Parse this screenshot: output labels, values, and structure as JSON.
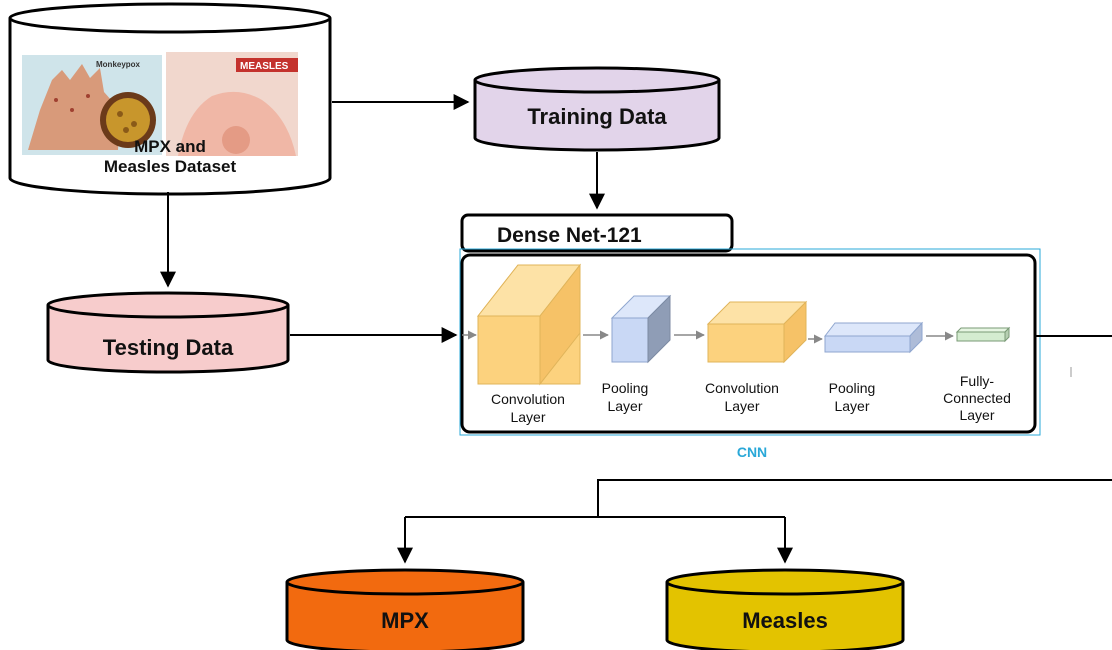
{
  "dataset": {
    "label_line1": "MPX and",
    "label_line2": "Measles Dataset",
    "img_monkeypox_caption": "Monkeypox",
    "img_measles_caption": "MEASLES"
  },
  "training": {
    "label": "Training Data"
  },
  "testing": {
    "label": "Testing Data"
  },
  "model": {
    "title": "Dense Net-121",
    "caption": "CNN"
  },
  "layers": [
    {
      "line1": "Convolution",
      "line2": "Layer"
    },
    {
      "line1": "Pooling",
      "line2": "Layer"
    },
    {
      "line1": "Convolution",
      "line2": "Layer"
    },
    {
      "line1": "Pooling",
      "line2": "Layer"
    },
    {
      "line1": "Fully-",
      "line2": "Connected",
      "line3": "Layer"
    }
  ],
  "outputs": [
    {
      "label": "MPX",
      "color": "#f26a0f"
    },
    {
      "label": "Measles",
      "color": "#e3c300"
    }
  ],
  "colors": {
    "training": "#e2d4ea",
    "testing": "#f7cccc",
    "conv": "#fcd27e",
    "pool": "#c9d8f5",
    "fc": "#d4ecd0",
    "cnn_caption": "#2aa8d8"
  }
}
